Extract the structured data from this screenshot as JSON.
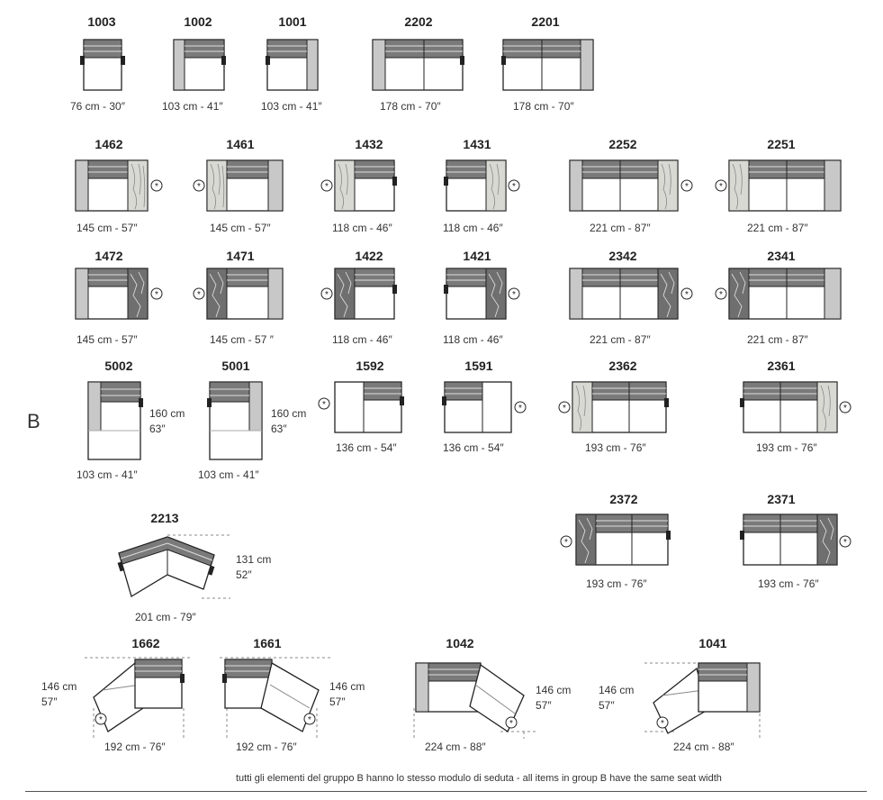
{
  "group_label": "B",
  "footer_note": "tutti gli elementi  del gruppo B hanno lo stesso modulo di  seduta  -  all items in group B have the same seat width",
  "modules": [
    {
      "code": "1003",
      "dim": "76 cm - 30″"
    },
    {
      "code": "1002",
      "dim": "103 cm - 41″"
    },
    {
      "code": "1001",
      "dim": "103 cm - 41″"
    },
    {
      "code": "2202",
      "dim": "178 cm - 70″"
    },
    {
      "code": "2201",
      "dim": "178 cm - 70″"
    },
    {
      "code": "1462",
      "dim": "145 cm - 57″"
    },
    {
      "code": "1461",
      "dim": "145 cm - 57″"
    },
    {
      "code": "1432",
      "dim": "118 cm - 46″"
    },
    {
      "code": "1431",
      "dim": "118 cm - 46″"
    },
    {
      "code": "2252",
      "dim": "221 cm - 87″"
    },
    {
      "code": "2251",
      "dim": "221 cm - 87″"
    },
    {
      "code": "1472",
      "dim": "145 cm - 57″"
    },
    {
      "code": "1471",
      "dim": "145 cm - 57 ″"
    },
    {
      "code": "1422",
      "dim": "118 cm - 46″"
    },
    {
      "code": "1421",
      "dim": "118 cm - 46″"
    },
    {
      "code": "2342",
      "dim": "221 cm - 87″"
    },
    {
      "code": "2341",
      "dim": "221 cm - 87″"
    },
    {
      "code": "5002",
      "dim": "103 cm - 41″",
      "depth": "160 cm",
      "depth_in": "63″"
    },
    {
      "code": "5001",
      "dim": "103 cm - 41″",
      "depth": "160 cm",
      "depth_in": "63″"
    },
    {
      "code": "1592",
      "dim": "136 cm - 54″"
    },
    {
      "code": "1591",
      "dim": "136 cm - 54″"
    },
    {
      "code": "2362",
      "dim": "193 cm - 76″"
    },
    {
      "code": "2361",
      "dim": "193 cm - 76″"
    },
    {
      "code": "2372",
      "dim": "193 cm - 76″"
    },
    {
      "code": "2371",
      "dim": "193 cm - 76″"
    },
    {
      "code": "2213",
      "dim": "201 cm - 79″",
      "depth": "131 cm",
      "depth_in": "52″"
    },
    {
      "code": "1662",
      "dim": "192 cm - 76″",
      "depth": "146 cm",
      "depth_in": "57″"
    },
    {
      "code": "1661",
      "dim": "192 cm - 76″",
      "depth": "146 cm",
      "depth_in": "57″"
    },
    {
      "code": "1042",
      "dim": "224 cm - 88″",
      "depth": "146 cm",
      "depth_in": "57″"
    },
    {
      "code": "1041",
      "dim": "224 cm - 88″",
      "depth": "146 cm",
      "depth_in": "57″"
    }
  ],
  "colors": {
    "cushion": "#7a7a7a",
    "arm": "#c8c8c8",
    "wood": "#d9d9d4",
    "marble": "#6f6f6f",
    "outline": "#222222"
  }
}
